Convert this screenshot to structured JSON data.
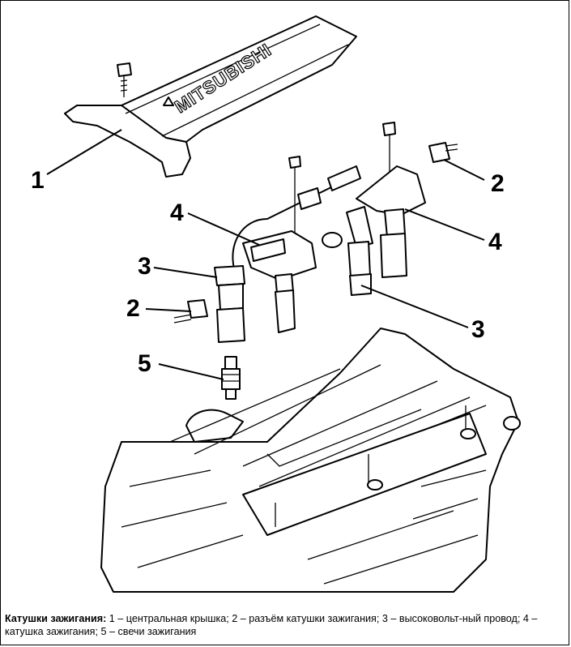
{
  "brand_text": "MITSUBISHI",
  "callouts": [
    {
      "id": "cover",
      "label": "1"
    },
    {
      "id": "connector-right",
      "label": "2"
    },
    {
      "id": "coil-right",
      "label": "4"
    },
    {
      "id": "coil-left",
      "label": "4"
    },
    {
      "id": "hv-wire-left",
      "label": "3"
    },
    {
      "id": "connector-left",
      "label": "2"
    },
    {
      "id": "hv-wire-right",
      "label": "3"
    },
    {
      "id": "spark-plug",
      "label": "5"
    }
  ],
  "caption": {
    "title": "Катушки зажигания:",
    "text": " 1 – центральная крышка; 2 – разъём катушки зажигания; 3 – высоковольт-ный провод; 4 – катушка зажигания; 5 – свечи зажигания"
  }
}
